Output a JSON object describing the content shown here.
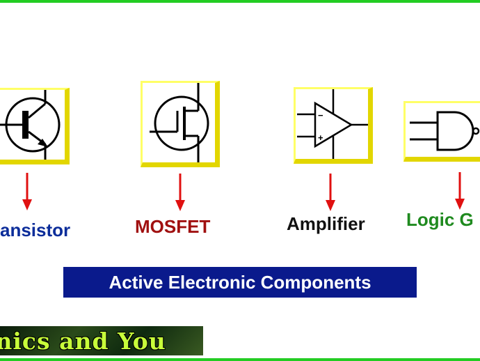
{
  "components": [
    {
      "symbol": "transistor-symbol",
      "label": "ansistor",
      "label_color": "#0c2d9a"
    },
    {
      "symbol": "mosfet-symbol",
      "label": "MOSFET",
      "label_color": "#a01010"
    },
    {
      "symbol": "amplifier-symbol",
      "label": "Amplifier",
      "label_color": "#111111"
    },
    {
      "symbol": "logic-gate-symbol",
      "label": "Logic G",
      "label_color": "#1f8a1f"
    }
  ],
  "banner": {
    "text": "Active Electronic Components"
  },
  "watermark": {
    "text": "ronics and You"
  },
  "colors": {
    "frame": "#22cc22",
    "arrow": "#e01010",
    "banner_bg": "#0a1a8c",
    "box_border": "#e2d600"
  }
}
